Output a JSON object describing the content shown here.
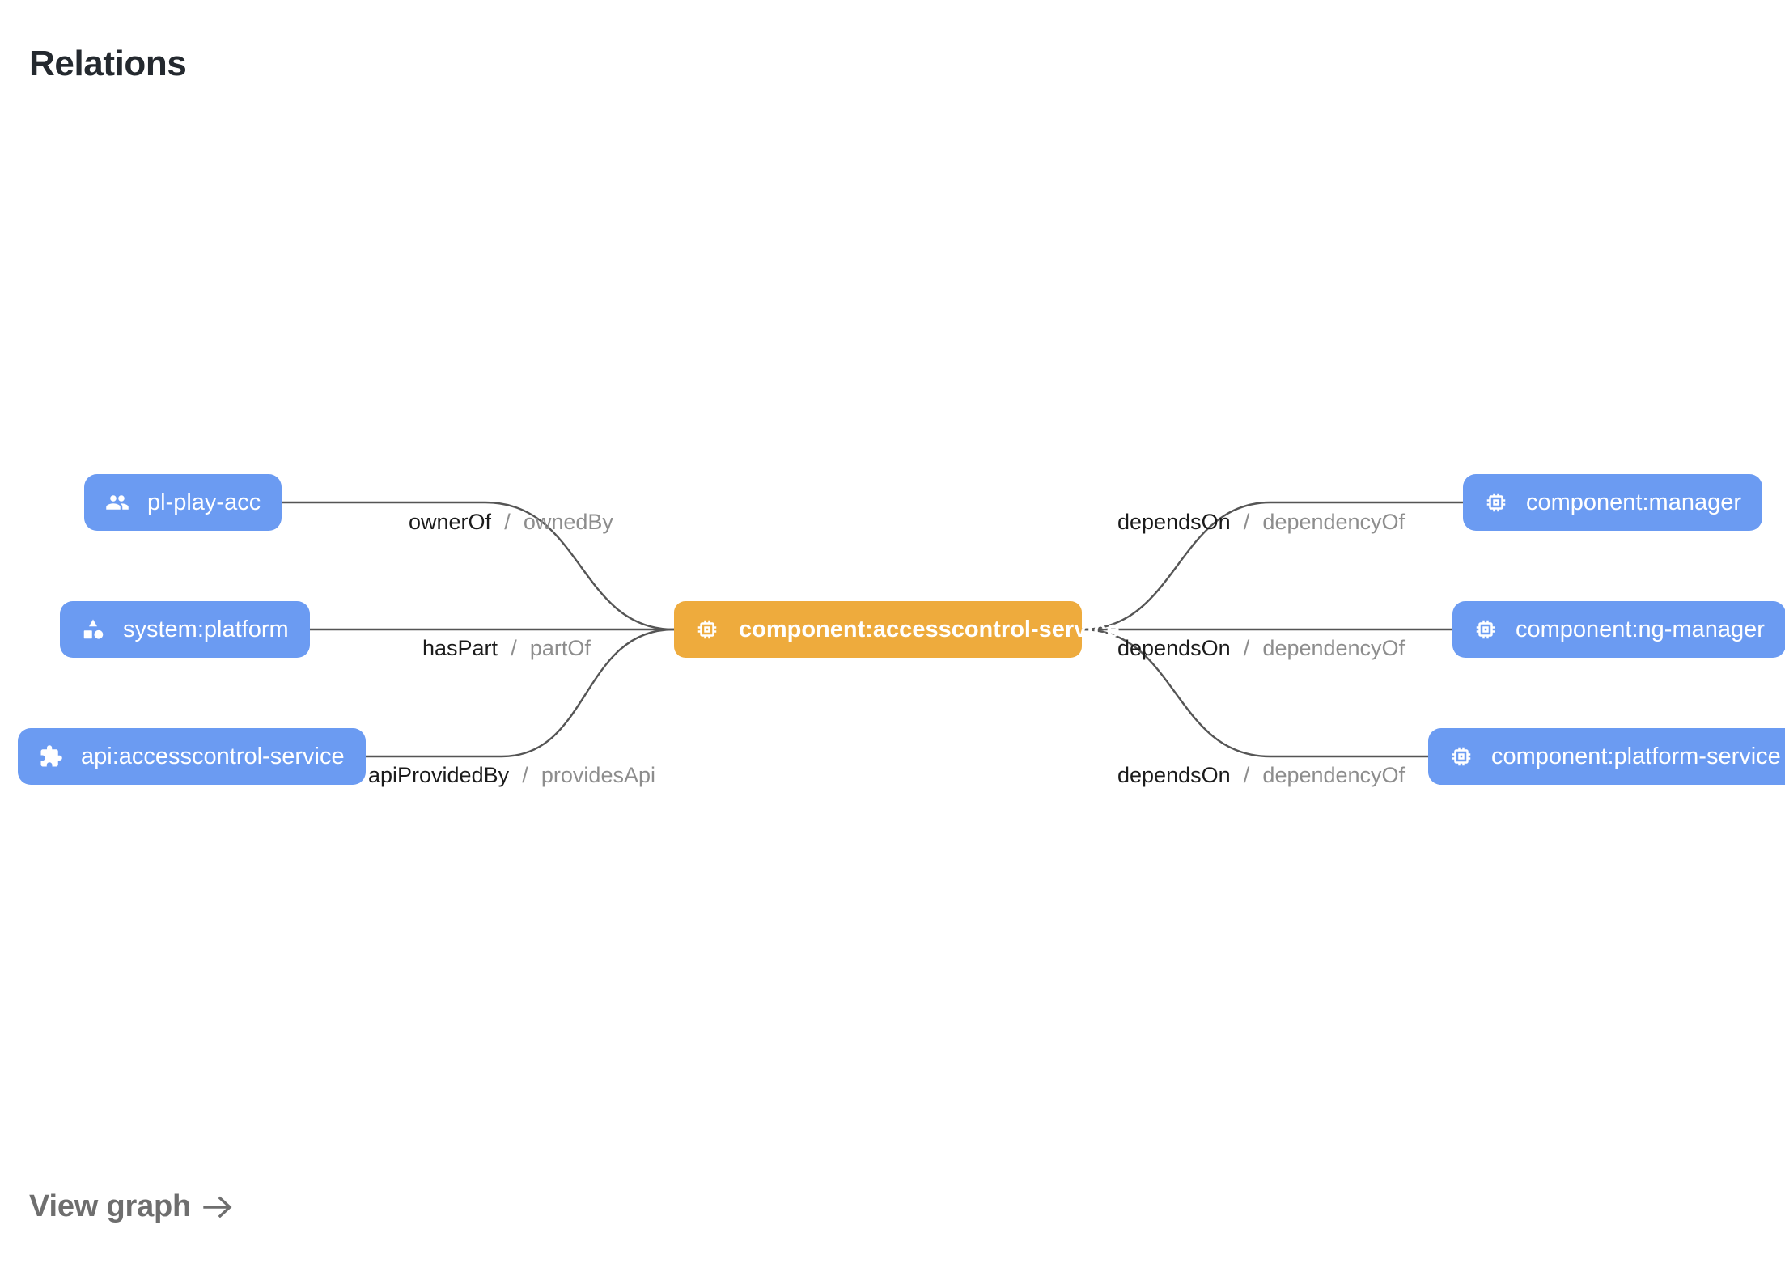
{
  "page": {
    "title": "Relations",
    "footer_link": "View graph",
    "footer_link_icon": "arrow-right-icon"
  },
  "colors": {
    "node_blue": "#6b9bf2",
    "node_focus_orange": "#eeab3d",
    "edge_stroke": "#555555",
    "label_primary": "#1b1b1b",
    "label_inverse": "#8d8d8d",
    "title": "#24292f",
    "footer": "#6e6e6e"
  },
  "graph": {
    "focus_node": {
      "id": "component:accesscontrol-service",
      "label": "component:accesscontrol-service",
      "icon": "memory-chip-icon",
      "kind": "component",
      "highlighted": true
    },
    "nodes": [
      {
        "id": "pl-play-acc",
        "label": "pl-play-acc",
        "icon": "group-people-icon",
        "kind": "group",
        "side": "left",
        "row": 0
      },
      {
        "id": "system:platform",
        "label": "system:platform",
        "icon": "category-shapes-icon",
        "kind": "system",
        "side": "left",
        "row": 1
      },
      {
        "id": "api:accesscontrol-service",
        "label": "api:accesscontrol-service",
        "icon": "puzzle-extension-icon",
        "kind": "api",
        "side": "left",
        "row": 2
      },
      {
        "id": "component:manager",
        "label": "component:manager",
        "icon": "memory-chip-icon",
        "kind": "component",
        "side": "right",
        "row": 0
      },
      {
        "id": "component:ng-manager",
        "label": "component:ng-manager",
        "icon": "memory-chip-icon",
        "kind": "component",
        "side": "right",
        "row": 1
      },
      {
        "id": "component:platform-service",
        "label": "component:platform-service",
        "icon": "memory-chip-icon",
        "kind": "component",
        "side": "right",
        "row": 2
      }
    ],
    "edges": [
      {
        "source": "pl-play-acc",
        "target": "component:accesscontrol-service",
        "relation": "ownerOf",
        "separator": "/",
        "inverse_relation": "ownedBy"
      },
      {
        "source": "system:platform",
        "target": "component:accesscontrol-service",
        "relation": "hasPart",
        "separator": "/",
        "inverse_relation": "partOf"
      },
      {
        "source": "api:accesscontrol-service",
        "target": "component:accesscontrol-service",
        "relation": "apiProvidedBy",
        "separator": "/",
        "inverse_relation": "providesApi"
      },
      {
        "source": "component:accesscontrol-service",
        "target": "component:manager",
        "relation": "dependsOn",
        "separator": "/",
        "inverse_relation": "dependencyOf"
      },
      {
        "source": "component:accesscontrol-service",
        "target": "component:ng-manager",
        "relation": "dependsOn",
        "separator": "/",
        "inverse_relation": "dependencyOf"
      },
      {
        "source": "component:accesscontrol-service",
        "target": "component:platform-service",
        "relation": "dependsOn",
        "separator": "/",
        "inverse_relation": "dependencyOf"
      }
    ]
  }
}
